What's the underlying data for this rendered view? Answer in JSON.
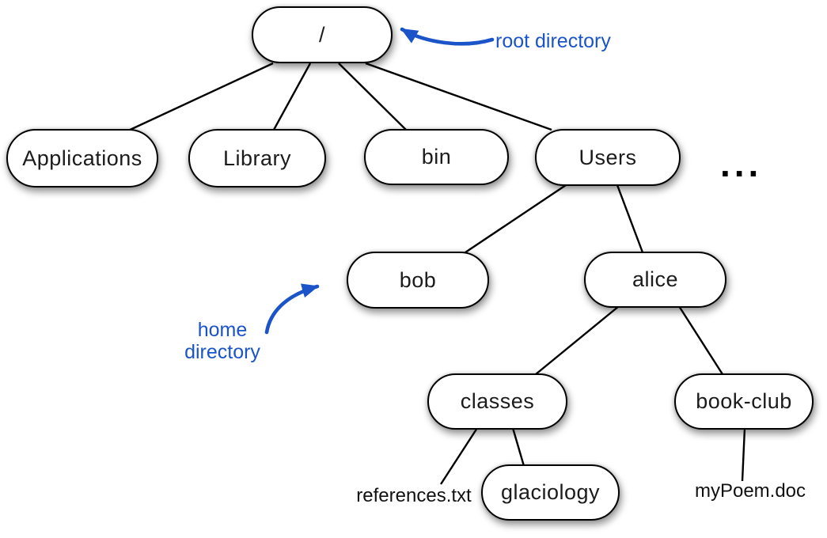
{
  "nodes": {
    "root": {
      "label": "/",
      "type": "directory"
    },
    "applications": {
      "label": "Applications",
      "type": "directory"
    },
    "library": {
      "label": "Library",
      "type": "directory"
    },
    "bin": {
      "label": "bin",
      "type": "directory"
    },
    "users": {
      "label": "Users",
      "type": "directory"
    },
    "bob": {
      "label": "bob",
      "type": "directory"
    },
    "alice": {
      "label": "alice",
      "type": "directory"
    },
    "classes": {
      "label": "classes",
      "type": "directory"
    },
    "book_club": {
      "label": "book-club",
      "type": "directory"
    },
    "glaciology": {
      "label": "glaciology",
      "type": "directory"
    },
    "references_txt": {
      "label": "references.txt",
      "type": "file"
    },
    "mypoem_doc": {
      "label": "myPoem.doc",
      "type": "file"
    }
  },
  "edges": [
    {
      "from": "root",
      "to": "applications"
    },
    {
      "from": "root",
      "to": "library"
    },
    {
      "from": "root",
      "to": "bin"
    },
    {
      "from": "root",
      "to": "users"
    },
    {
      "from": "users",
      "to": "bob"
    },
    {
      "from": "users",
      "to": "alice"
    },
    {
      "from": "alice",
      "to": "classes"
    },
    {
      "from": "alice",
      "to": "book_club"
    },
    {
      "from": "classes",
      "to": "references_txt"
    },
    {
      "from": "classes",
      "to": "glaciology"
    },
    {
      "from": "book_club",
      "to": "mypoem_doc"
    }
  ],
  "annotations": {
    "root_directory": {
      "label": "root directory"
    },
    "home_directory": {
      "lines": [
        "home",
        "directory"
      ]
    }
  },
  "ellipsis": "...",
  "colors": {
    "annotation_blue": "#1a54c8",
    "edge_black": "#000000",
    "node_fill": "#ffffff",
    "node_border": "#000000"
  }
}
